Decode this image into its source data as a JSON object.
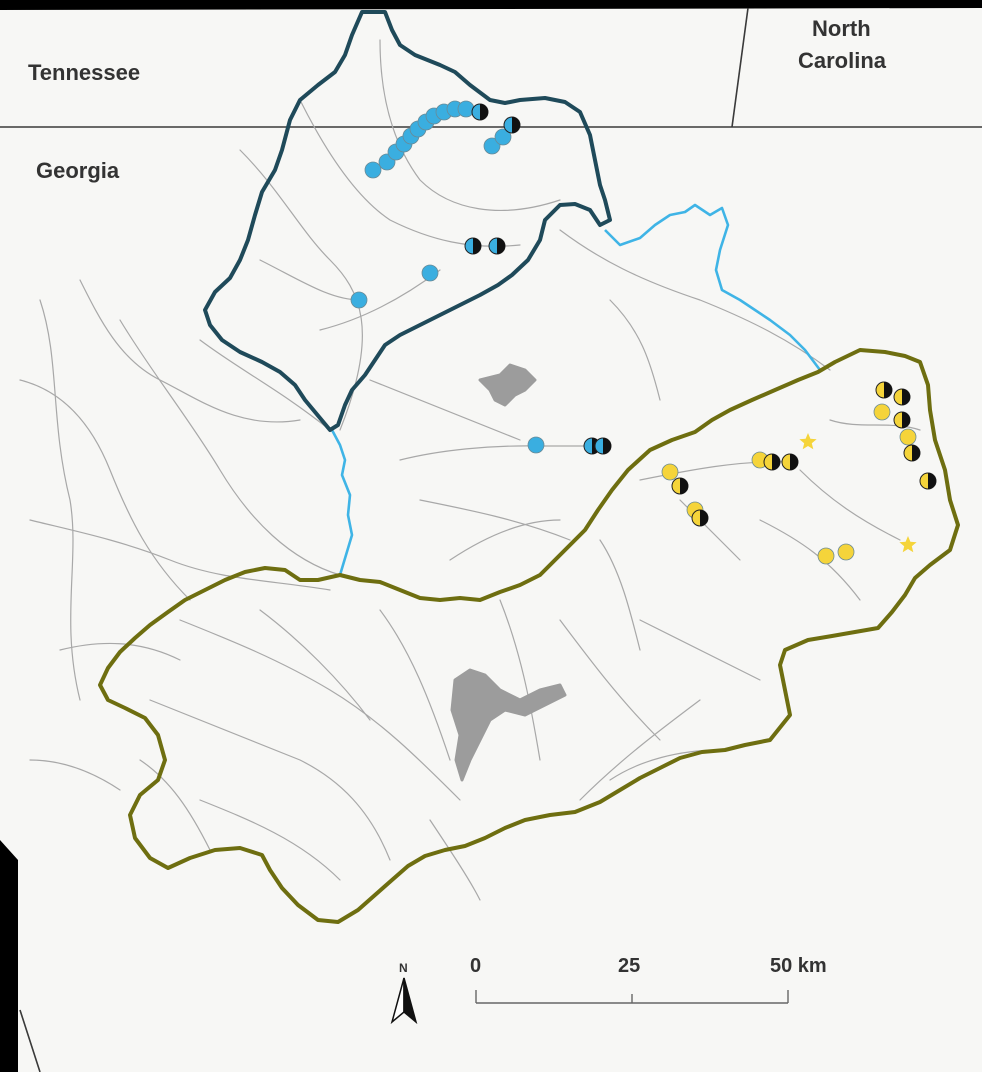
{
  "labels": {
    "tennessee": "Tennessee",
    "georgia": "Georgia",
    "nc_line1": "North",
    "nc_line2": "Carolina"
  },
  "north_arrow": {
    "label": "N",
    "icon": "north-arrow-icon"
  },
  "scale_bar": {
    "ticks": [
      "0",
      "25",
      "50 km"
    ]
  },
  "colors": {
    "background": "#000000",
    "land": "#f7f7f5",
    "border": "#3a3a3a",
    "rivers": "#a8a8a8",
    "reservoir": "#9c9c9c",
    "north_basin_outline": "#1f4a5a",
    "south_basin_outline": "#6e6e10",
    "main_river": "#3fb4e6",
    "site_blue": "#3aaee0",
    "site_yellow": "#f5d43a",
    "site_half_dark": "#111111"
  },
  "legend_semantics": {
    "filled_circle": "site",
    "half_black_circle": "site (half filled)",
    "star": "site (star)"
  }
}
